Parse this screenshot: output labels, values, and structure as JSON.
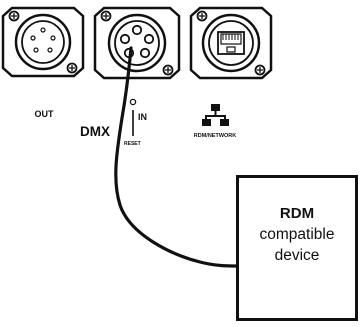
{
  "labels": {
    "out": "OUT",
    "dmx": "DMX",
    "in": "IN",
    "reset": "RESET",
    "rdm_network": "RDM/NETWORK"
  },
  "device": {
    "title": "RDM",
    "line1": "compatible",
    "line2": "device"
  }
}
